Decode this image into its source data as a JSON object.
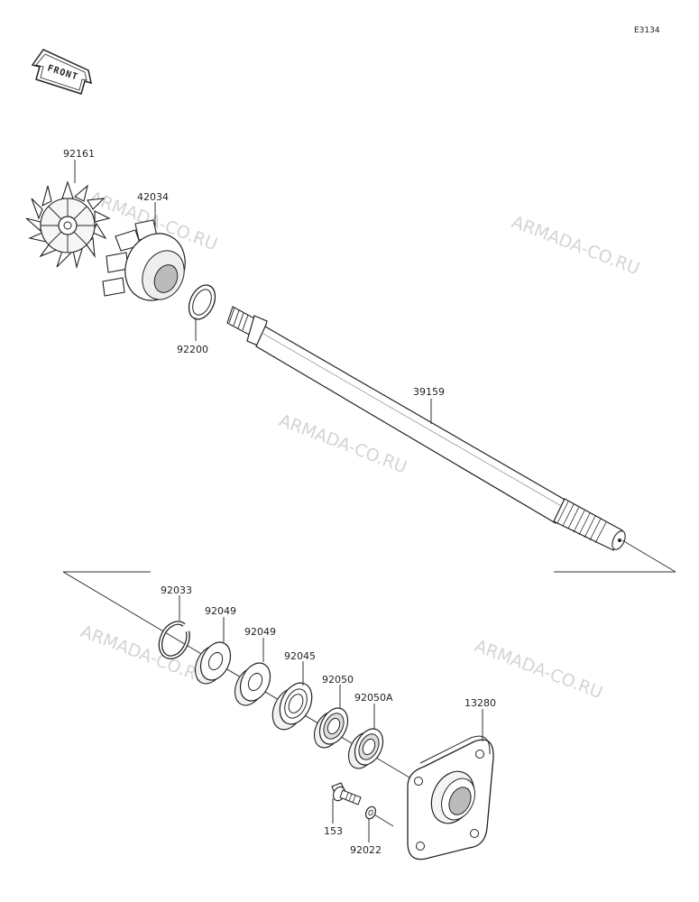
{
  "diagram_code": "E3134",
  "front_label": "FRONT",
  "watermark": "ARMADA-CO.RU",
  "parts": [
    {
      "id": "p92161",
      "number": "92161",
      "icon": "impeller-fan-icon"
    },
    {
      "id": "p42034",
      "number": "42034",
      "icon": "impeller-hub-icon"
    },
    {
      "id": "p92200",
      "number": "92200",
      "icon": "shim-ring-icon"
    },
    {
      "id": "p39159",
      "number": "39159",
      "icon": "drive-shaft-icon"
    },
    {
      "id": "p92033",
      "number": "92033",
      "icon": "circlip-icon"
    },
    {
      "id": "p92049a",
      "number": "92049",
      "icon": "oil-seal-icon"
    },
    {
      "id": "p92049b",
      "number": "92049",
      "icon": "oil-seal-icon"
    },
    {
      "id": "p92045",
      "number": "92045",
      "icon": "ball-bearing-icon"
    },
    {
      "id": "p92050",
      "number": "92050",
      "icon": "oil-seal-icon"
    },
    {
      "id": "p92050A",
      "number": "92050A",
      "icon": "oil-seal-icon"
    },
    {
      "id": "p13280",
      "number": "13280",
      "icon": "bearing-plate-icon"
    },
    {
      "id": "p153",
      "number": "153",
      "icon": "bolt-icon"
    },
    {
      "id": "p92022",
      "number": "92022",
      "icon": "washer-icon"
    }
  ]
}
